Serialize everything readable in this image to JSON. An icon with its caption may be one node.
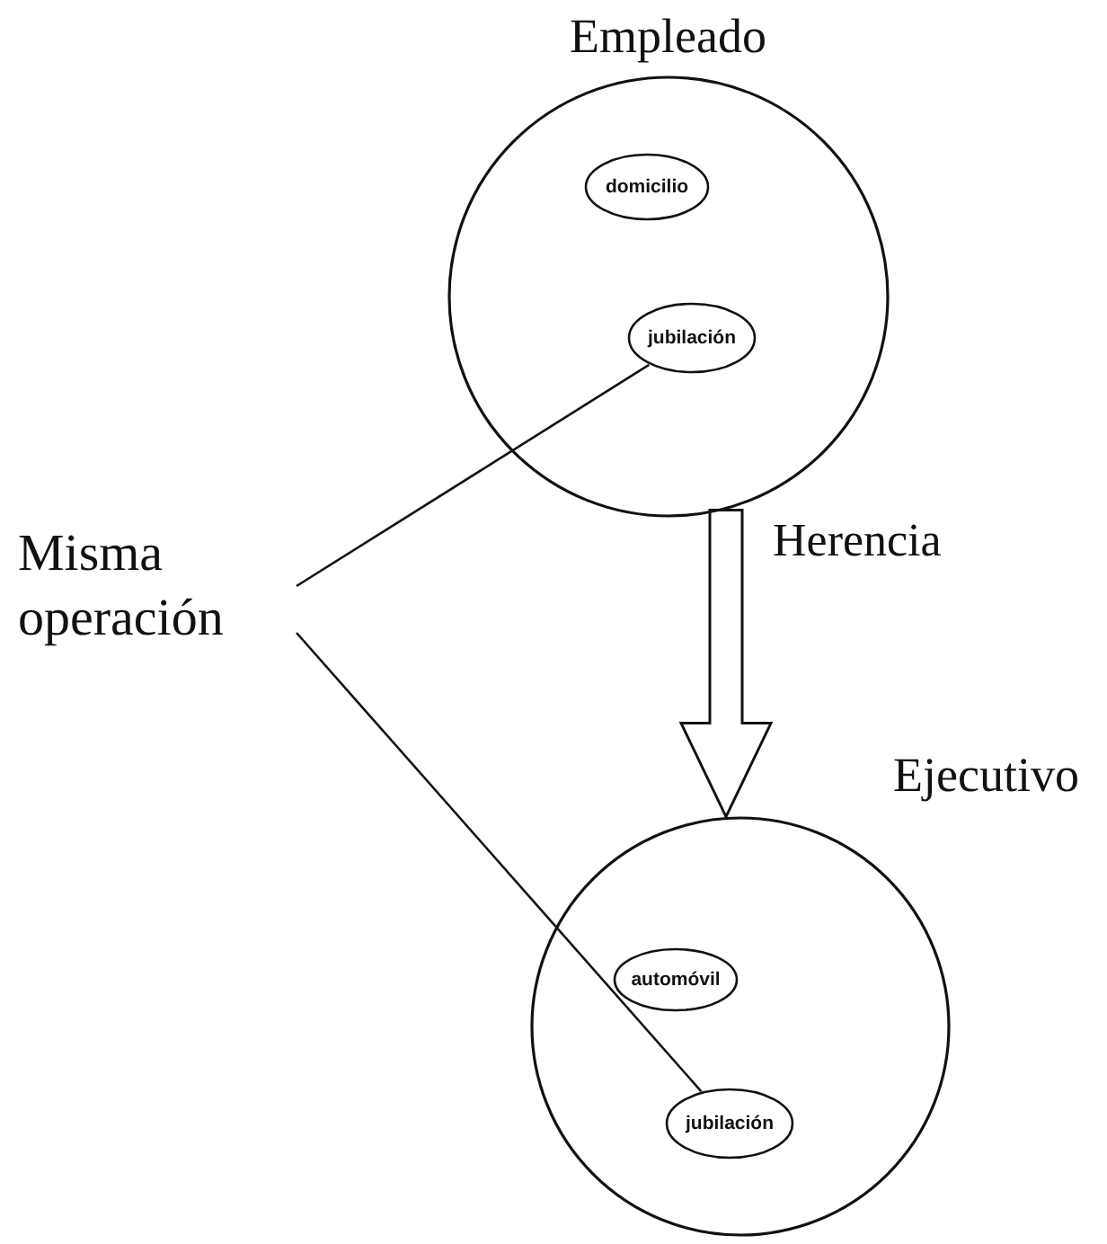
{
  "diagram": {
    "nodes": [
      {
        "text": [
          "Empleado"
        ]
      },
      {
        "text": [
          "domicilio"
        ],
        "in": 0
      },
      {
        "text": [
          "jubilación"
        ],
        "in": 0
      },
      {
        "text": [
          "Ejecutivo"
        ]
      },
      {
        "text": [
          "automóvil"
        ],
        "in": 3
      },
      {
        "text": [
          "jubilación"
        ],
        "in": 3
      },
      {
        "text": [
          "Misma operación"
        ]
      }
    ],
    "edges": [
      {
        "from": 0,
        "to": 3,
        "arrow": "to",
        "label": "Herencia",
        "style": "thick"
      },
      {
        "from": 6,
        "to": 2,
        "arrow": "none"
      },
      {
        "from": 6,
        "to": 5,
        "arrow": "none"
      }
    ]
  }
}
